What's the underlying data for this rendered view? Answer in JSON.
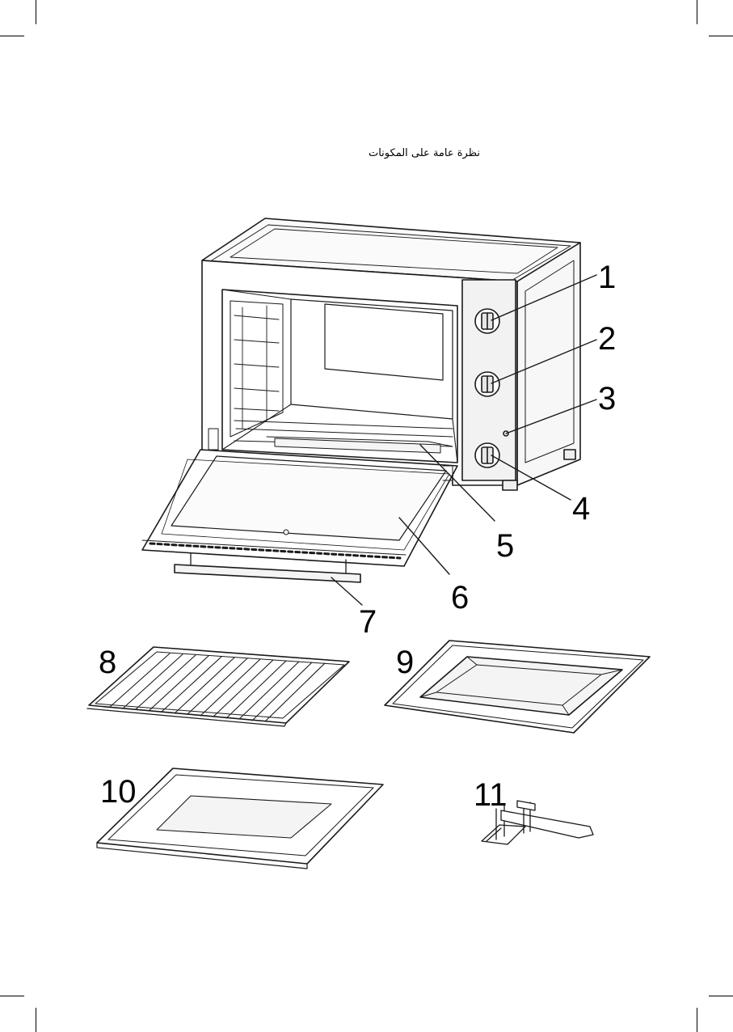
{
  "page": {
    "heading": "نظرة عامة على المكونات"
  },
  "callouts": [
    "1",
    "2",
    "3",
    "4",
    "5",
    "6",
    "7",
    "8",
    "9",
    "10",
    "11"
  ],
  "colors": {
    "line": "#1a1a1a",
    "panel_fill": "#f2f2f2",
    "background": "#ffffff"
  }
}
